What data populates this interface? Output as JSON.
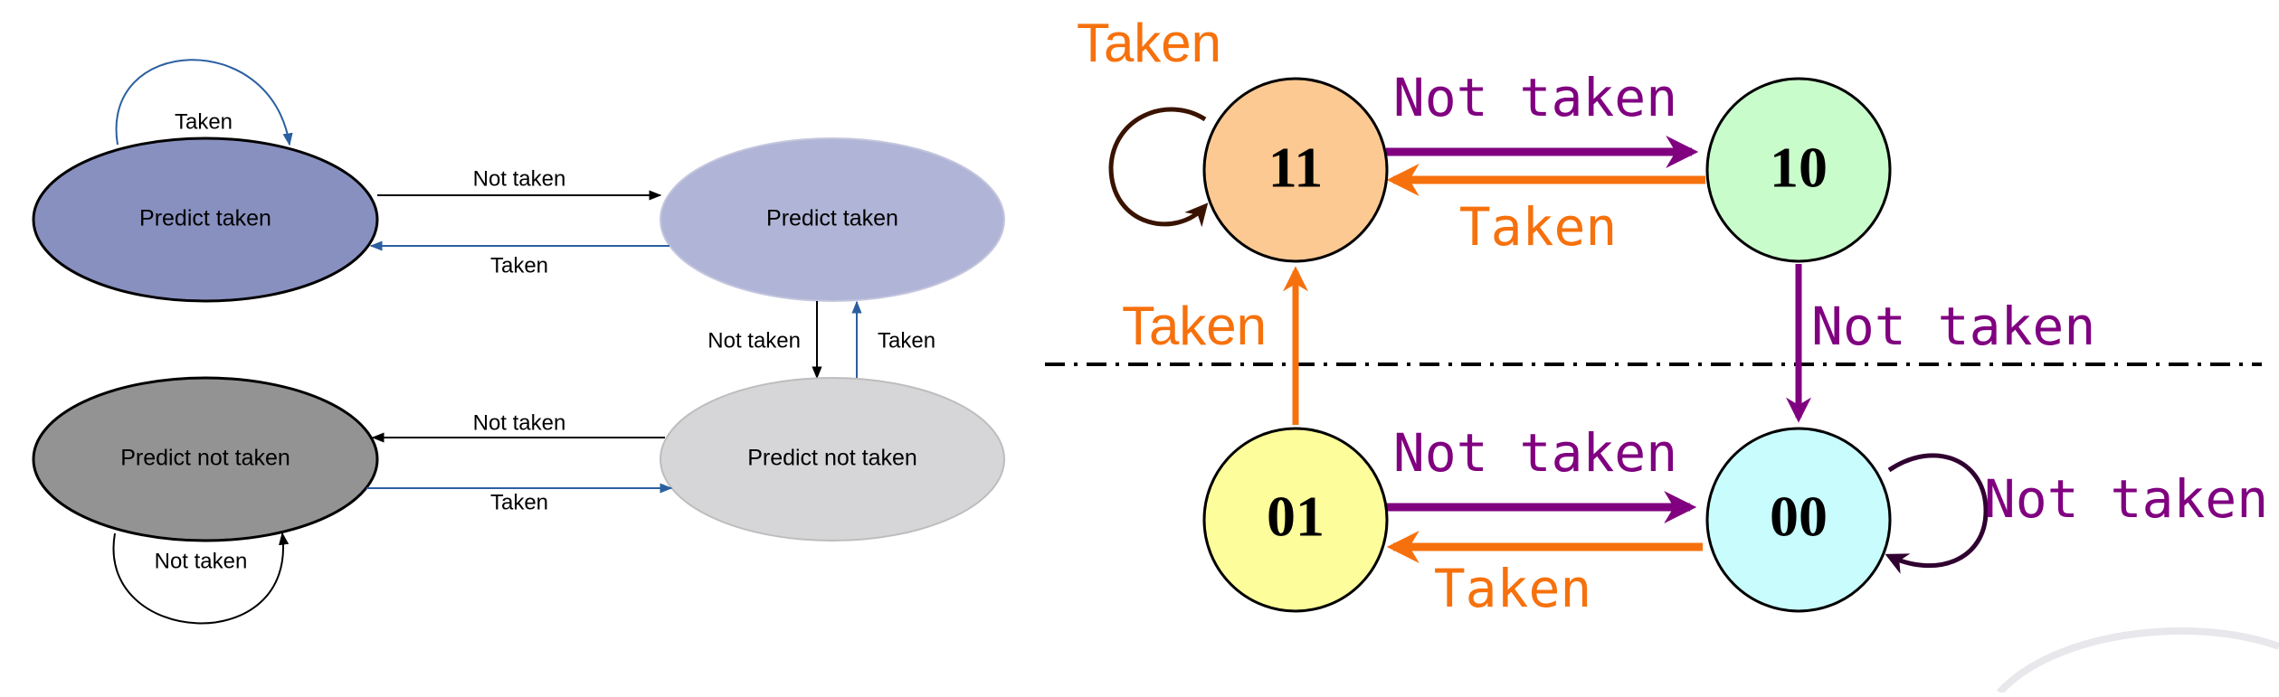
{
  "left_diagram": {
    "states": {
      "strong_taken": "Predict taken",
      "weak_taken": "Predict taken",
      "strong_not_taken": "Predict not taken",
      "weak_not_taken": "Predict not taken"
    },
    "transitions": {
      "self_taken": "Taken",
      "top_not_taken": "Not taken",
      "top_taken": "Taken",
      "mid_not_taken": "Not taken",
      "mid_taken": "Taken",
      "bottom_not_taken": "Not taken",
      "bottom_taken": "Taken",
      "self_not_taken": "Not taken"
    },
    "colors": {
      "strong_taken_fill": "#8890bf",
      "weak_taken_fill": "#b0b4d6",
      "strong_not_taken_fill": "#939393",
      "weak_not_taken_fill": "#d6d6d8",
      "blue_arrow": "#2b5fa0"
    }
  },
  "right_diagram": {
    "states": {
      "s11": "11",
      "s10": "10",
      "s01": "01",
      "s00": "00"
    },
    "transitions": {
      "self_11_taken": "Taken",
      "top_not_taken": "Not taken",
      "top_taken": "Taken",
      "right_not_taken": "Not taken",
      "left_taken": "Taken",
      "bottom_not_taken": "Not taken",
      "bottom_taken": "Taken",
      "self_00_not_taken": "Not taken"
    },
    "colors": {
      "s11_fill": "#fcc992",
      "s10_fill": "#c9fccb",
      "s01_fill": "#fdfd9b",
      "s00_fill": "#c9fcfd",
      "taken": "#f6710d",
      "not_taken": "#800080"
    }
  }
}
